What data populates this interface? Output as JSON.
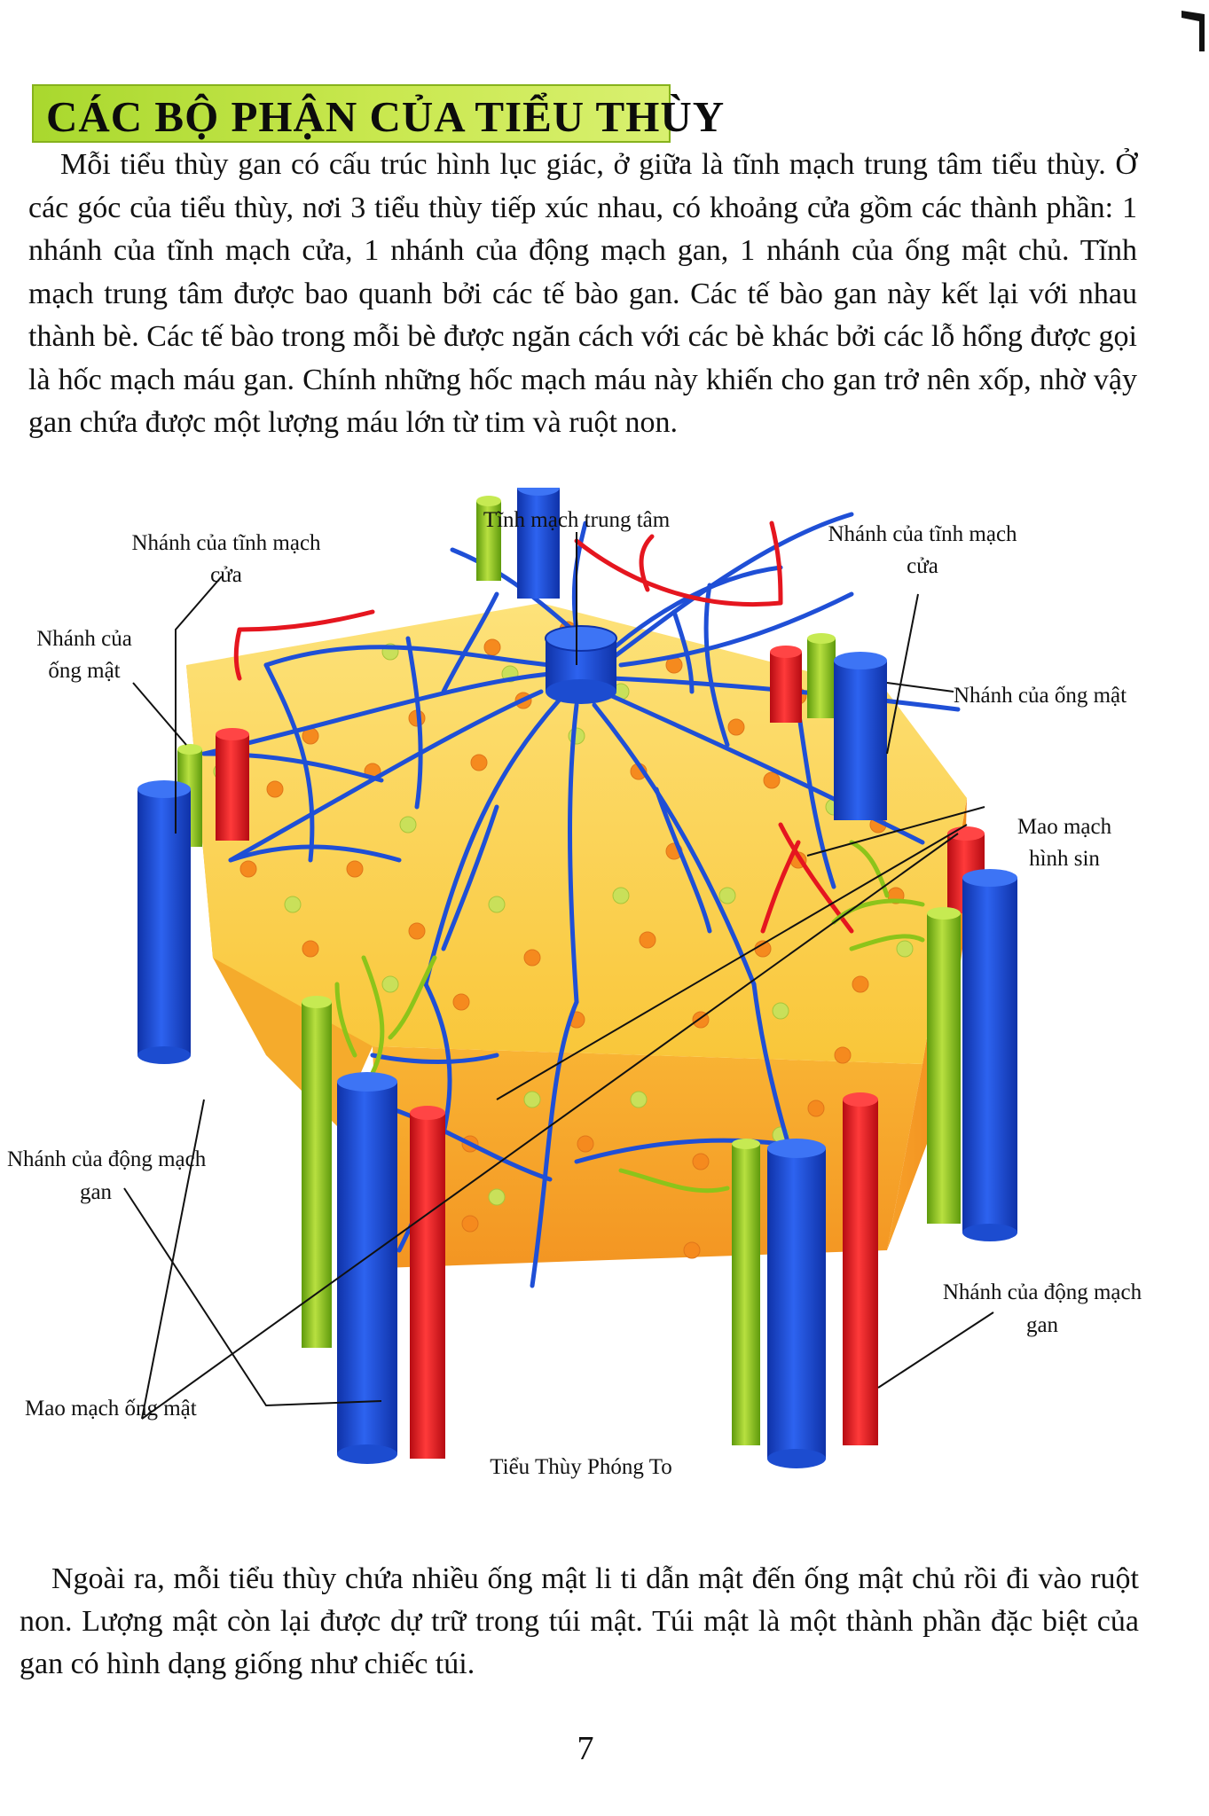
{
  "title": "CÁC BỘ PHẬN CỦA TIỂU THÙY",
  "intro_paragraph": "Mỗi tiểu thùy gan có cấu trúc hình lục giác, ở giữa là tĩnh mạch trung tâm tiểu thùy. Ở các góc của tiểu thùy, nơi 3 tiểu thùy tiếp xúc nhau, có khoảng cửa gồm các thành phần: 1 nhánh của tĩnh mạch cửa, 1 nhánh của động mạch gan, 1 nhánh của ống mật chủ. Tĩnh mạch trung tâm được bao quanh bởi các tế bào gan. Các tế bào gan này kết lại với nhau thành bè. Các tế bào trong mỗi bè được ngăn cách với các bè khác bởi các lỗ hổng được gọi là hốc mạch máu gan. Chính những hốc mạch máu này khiến cho gan trở nên xốp, nhờ vậy gan chứa được một lượng máu lớn từ tim và ruột non.",
  "diagram": {
    "labels": {
      "central_vein": "Tĩnh mạch trung tâm",
      "portal_vein_left_1": "Nhánh của tĩnh mạch",
      "portal_vein_left_2": "cửa",
      "portal_vein_right_1": "Nhánh của tĩnh mạch",
      "portal_vein_right_2": "cửa",
      "bile_duct_left_1": "Nhánh của",
      "bile_duct_left_2": "ống mật",
      "bile_duct_right": "Nhánh của ống mật",
      "sinusoid_1": "Mao mạch",
      "sinusoid_2": "hình sin",
      "hepatic_artery_left_1": "Nhánh của động mạch",
      "hepatic_artery_left_2": "gan",
      "hepatic_artery_right_1": "Nhánh của động mạch",
      "hepatic_artery_right_2": "gan",
      "bile_capillary": "Mao mạch ống mật",
      "caption": "Tiểu Thùy Phóng To"
    },
    "colors": {
      "portal_vein": "#1f4fd6",
      "hepatic_artery": "#e5161f",
      "bile_duct": "#8cc41a",
      "lobule_top": "#fbd348",
      "lobule_side": "#f7a42a",
      "hepatocyte_orange": "#f58a1e",
      "hepatocyte_green": "#b9d94a"
    }
  },
  "outro_paragraph": "Ngoài ra, mỗi tiểu thùy chứa nhiều ống mật li ti dẫn mật đến ống mật chủ rồi đi vào ruột non. Lượng mật còn lại được dự trữ trong túi mật. Túi mật là một thành phần đặc biệt của gan có hình dạng giống như chiếc túi.",
  "page_number": "7"
}
